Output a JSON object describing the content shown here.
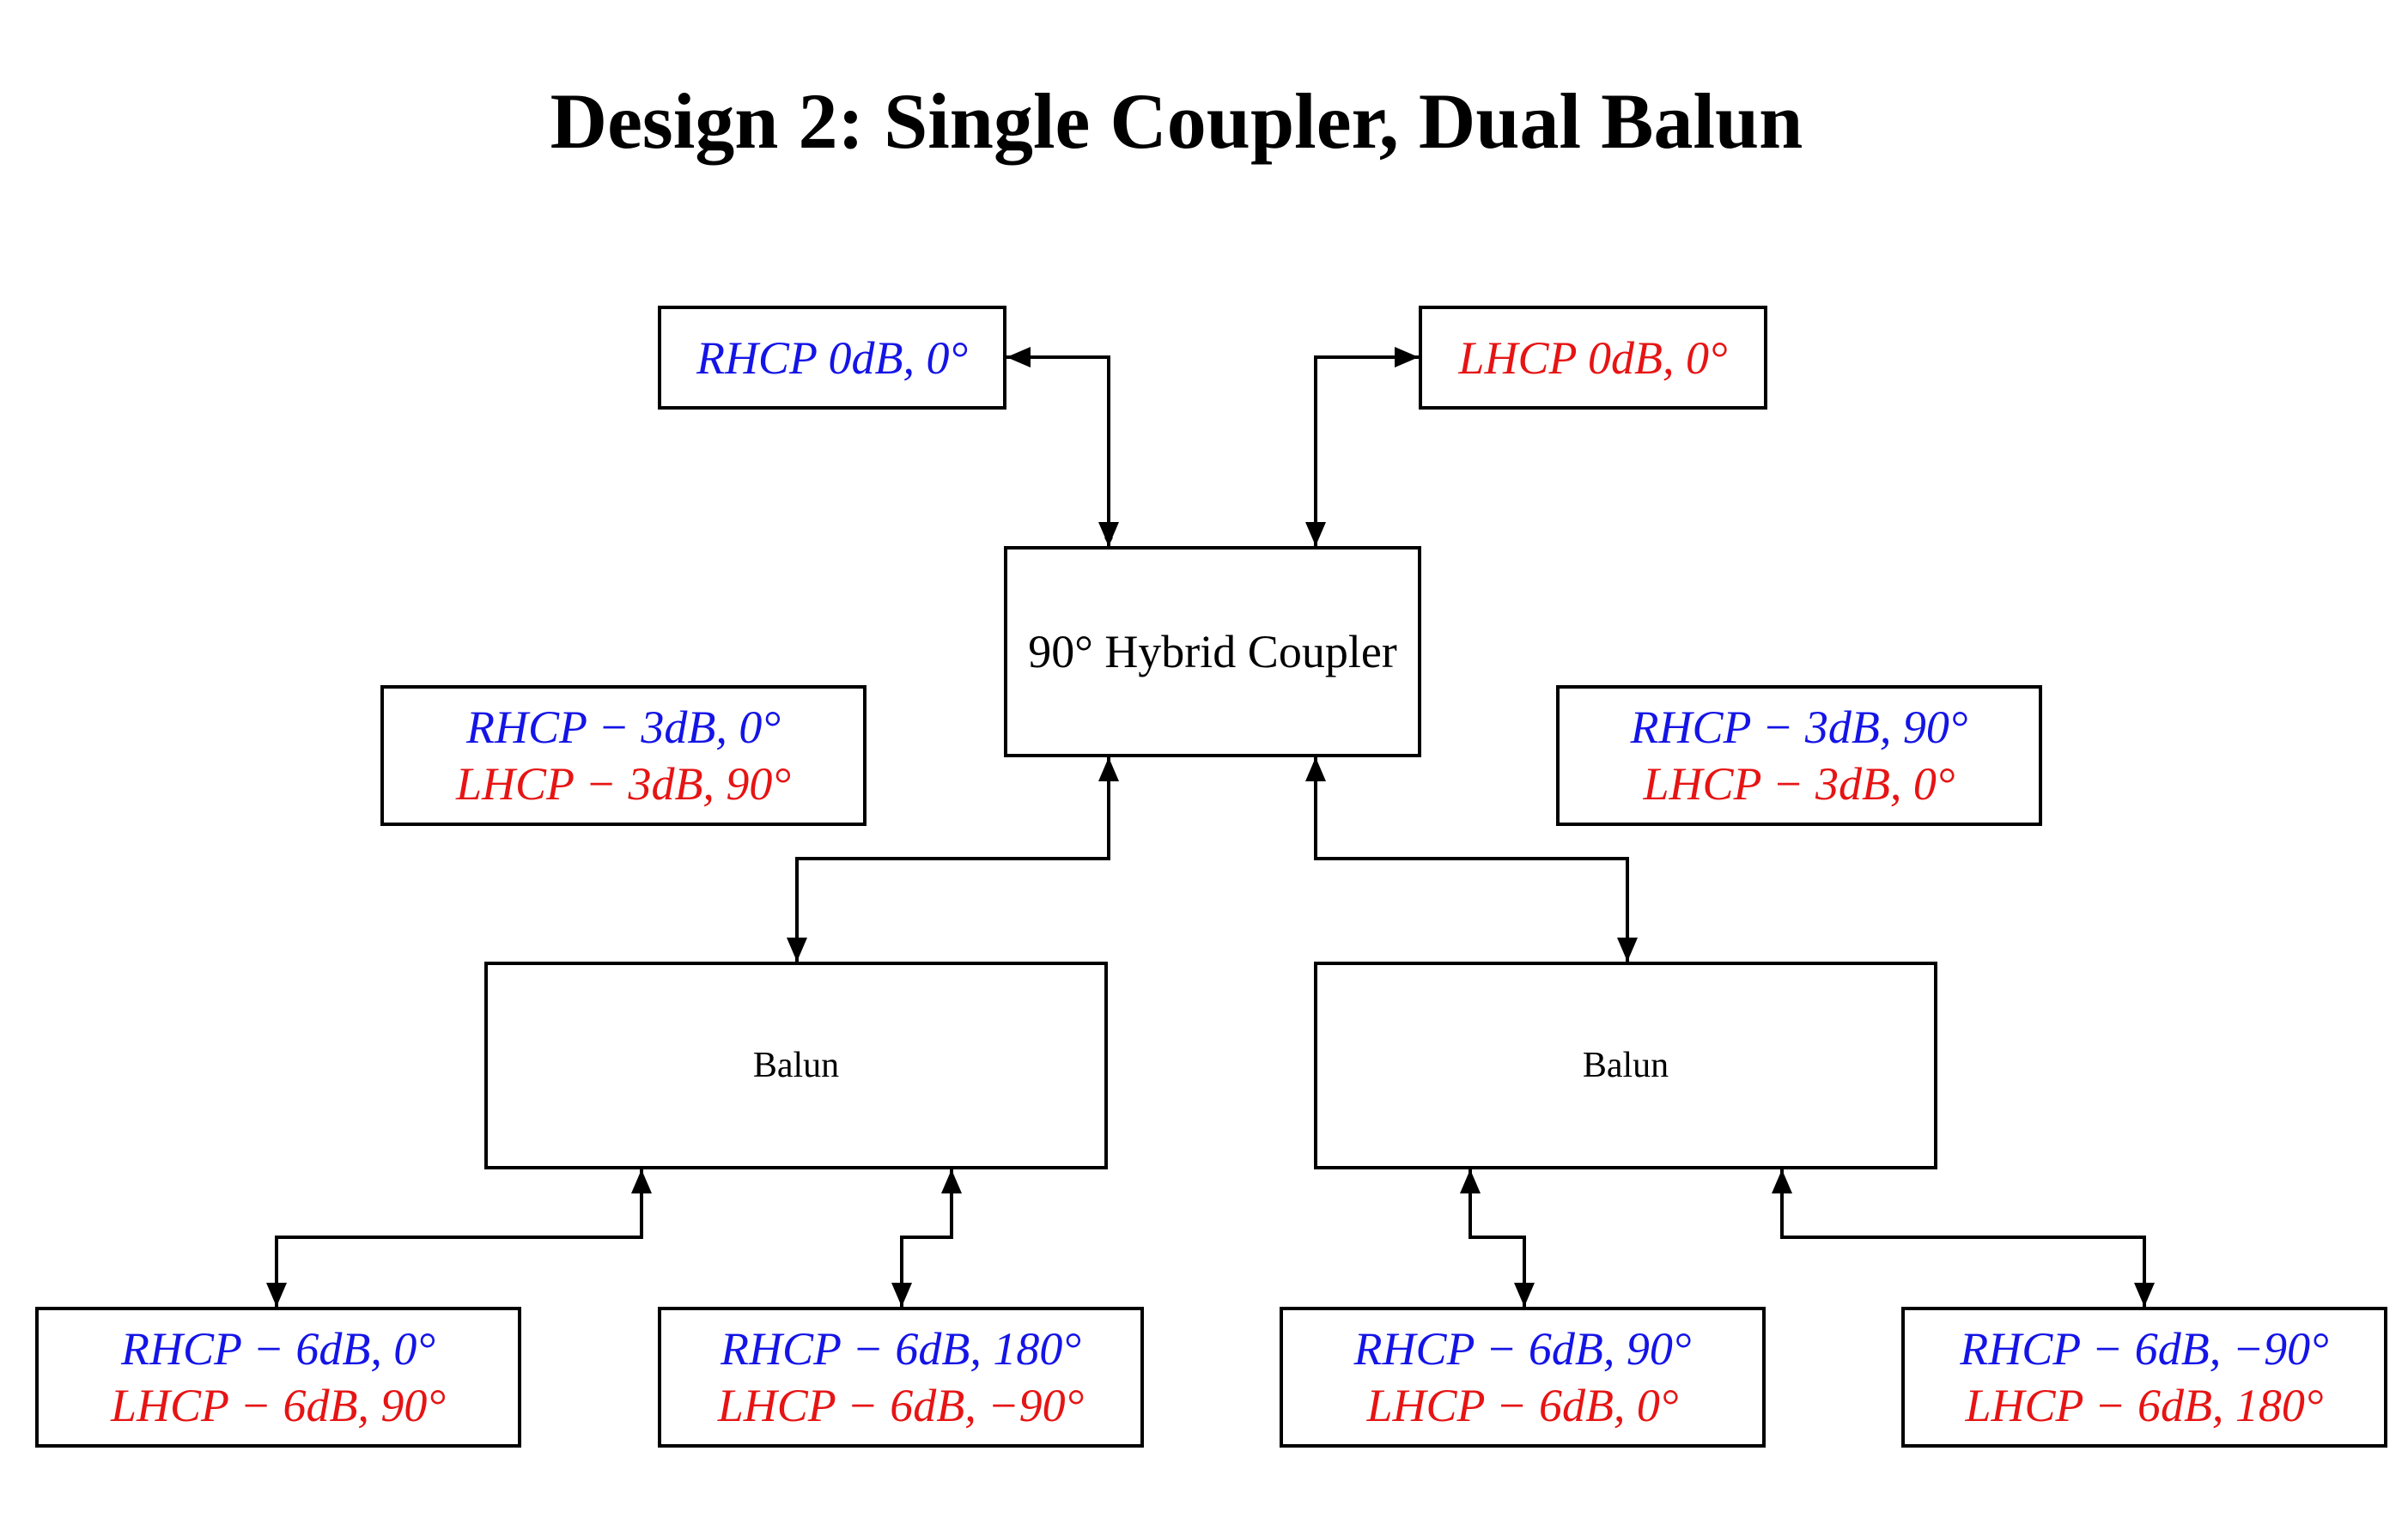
{
  "title": "Design 2: Single Coupler, Dual Balun",
  "colors": {
    "rhcp": "#1414e6",
    "lhcp": "#e61414",
    "line": "#000000"
  },
  "coupler": {
    "label": "90° Hybrid Coupler"
  },
  "inputs": {
    "rhcp": "RHCP 0dB, 0°",
    "lhcp": "LHCP 0dB, 0°"
  },
  "coupler_outputs": {
    "left": {
      "rhcp": "RHCP − 3dB, 0°",
      "lhcp": "LHCP − 3dB, 90°"
    },
    "right": {
      "rhcp": "RHCP − 3dB, 90°",
      "lhcp": "LHCP − 3dB, 0°"
    }
  },
  "baluns": [
    {
      "label": "Balun"
    },
    {
      "label": "Balun"
    }
  ],
  "balun_outputs": [
    {
      "rhcp": "RHCP − 6dB, 0°",
      "lhcp": "LHCP − 6dB, 90°"
    },
    {
      "rhcp": "RHCP − 6dB, 180°",
      "lhcp": "LHCP − 6dB, −90°"
    },
    {
      "rhcp": "RHCP − 6dB, 90°",
      "lhcp": "LHCP − 6dB, 0°"
    },
    {
      "rhcp": "RHCP − 6dB, −90°",
      "lhcp": "LHCP − 6dB, 180°"
    }
  ]
}
